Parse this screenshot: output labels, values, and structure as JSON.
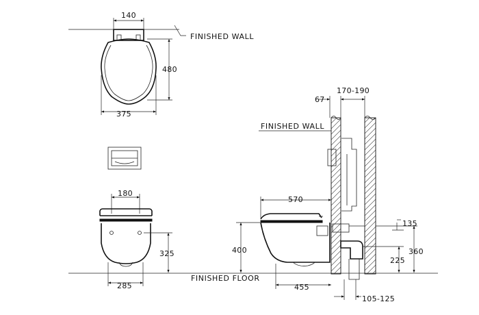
{
  "labels": {
    "finished_wall_top": "FINISHED WALL",
    "finished_wall_side": "FINISHED WALL",
    "finished_floor": "FINISHED FLOOR"
  },
  "dimensions": {
    "top_width": "140",
    "top_depth": "480",
    "top_total_width": "375",
    "front_hole_spacing": "180",
    "front_hole_height": "325",
    "front_base_width": "285",
    "side_length": "570",
    "side_height": "400",
    "side_base": "455",
    "wall_offset": "67",
    "frame_depth": "170-190",
    "inlet_height": "135",
    "outlet_height": "225",
    "total_height": "360",
    "outlet_range": "105-125"
  }
}
